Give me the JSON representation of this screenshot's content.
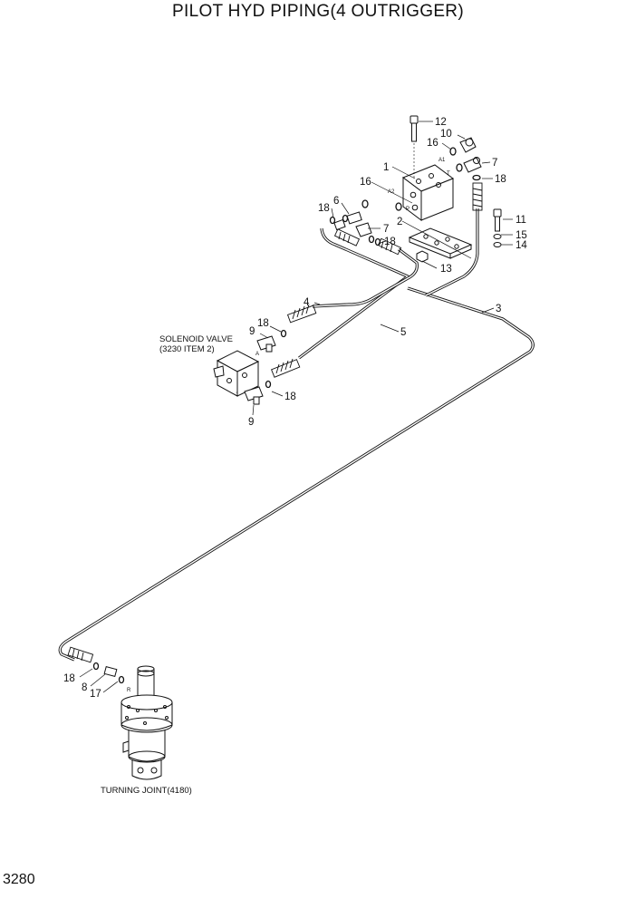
{
  "title": "PILOT HYD PIPING(4 OUTRIGGER)",
  "page_number": "3280",
  "notes": {
    "solenoid_line1": "SOLENOID VALVE",
    "solenoid_line2": "(3230 ITEM 2)",
    "turning_joint": "TURNING JOINT(4180)"
  },
  "callouts": {
    "c12": "12",
    "c10": "10",
    "c16a": "16",
    "c7a": "7",
    "c1": "1",
    "c18a": "18",
    "c16b": "16",
    "c6": "6",
    "c18b": "18",
    "c7b": "7",
    "c2": "2",
    "c11": "11",
    "c15": "15",
    "c14": "14",
    "c18c": "18",
    "c13": "13",
    "c4": "4",
    "c3": "3",
    "c9a": "9",
    "c18d": "18",
    "c5": "5",
    "c18e": "18",
    "c9b": "9",
    "c18f": "18",
    "c8": "8",
    "c17": "17"
  },
  "port_labels": {
    "a1": "A1",
    "a2": "A2",
    "t": "T",
    "p": "P",
    "a": "A",
    "one": "1",
    "r": "R"
  }
}
